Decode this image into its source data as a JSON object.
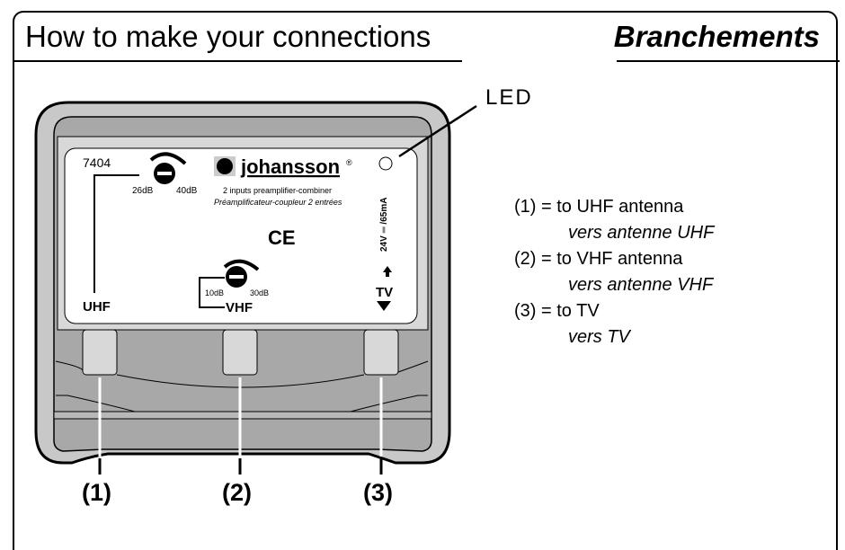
{
  "header": {
    "title_en": "How to make your connections",
    "title_fr": "Branchements"
  },
  "device": {
    "model": "7404",
    "brand": "johansson",
    "brand_mark": "®",
    "desc_en": "2 inputs preamplifier-combiner",
    "desc_fr": "Préamplificateur-coupleur 2 entrées",
    "ce_mark": "CE",
    "uhf_knob": {
      "min_label": "26dB",
      "max_label": "40dB"
    },
    "vhf_knob": {
      "min_label": "10dB",
      "max_label": "30dB"
    },
    "uhf_label": "UHF",
    "vhf_label": "VHF",
    "tv_label": "TV",
    "power_label": "24V ═ /65mA",
    "led_callout": "LED"
  },
  "connectors": [
    {
      "label": "(1)"
    },
    {
      "label": "(2)"
    },
    {
      "label": "(3)"
    }
  ],
  "legend": [
    {
      "en": "(1) = to UHF antenna",
      "fr": "vers antenne UHF"
    },
    {
      "en": "(2) = to VHF antenna",
      "fr": "vers antenne VHF"
    },
    {
      "en": "(3) = to TV",
      "fr": "vers TV"
    }
  ]
}
